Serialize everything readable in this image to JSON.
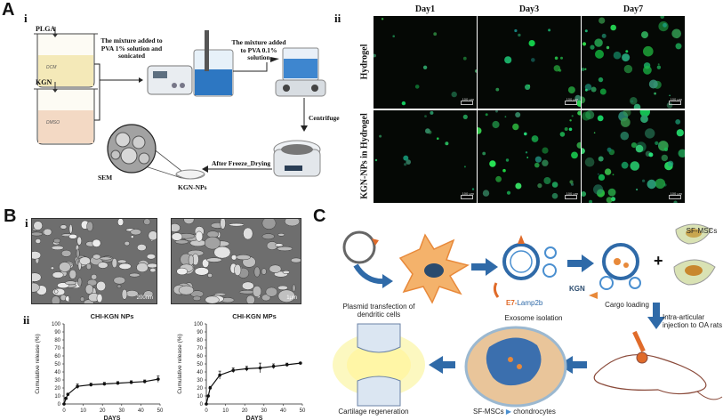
{
  "panels": {
    "A": "A",
    "B": "B",
    "C": "C"
  },
  "subpanels": {
    "Ai": "i",
    "Aii": "ii",
    "Bi": "i",
    "Bii": "ii"
  },
  "panelA": {
    "plga": "PLGA",
    "kgn": "KGN",
    "dcm": "DCM",
    "dmso": "DMSO",
    "step1": "The mixture added to PVA 1% solution and sonicated",
    "step2": "The mixture added to PVA 0.1% solution",
    "centrifuge": "Centrifuge",
    "freeze": "After Freeze_Drying",
    "sem": "SEM",
    "nps": "KGN-NPs"
  },
  "panelAii": {
    "columns": [
      "Day1",
      "Day3",
      "Day7"
    ],
    "rows": [
      "Hydrogel",
      "KGN-NPs in Hydrogel"
    ],
    "scale": "100 μm"
  },
  "panelBi": {
    "scale_left": "200nm",
    "scale_right": "1μm"
  },
  "panelC": {
    "plasmid": "Plasmid transfection of dendritic cells",
    "e7": "E7-",
    "lamp": "Lamp2b",
    "exosome": "Exosome isolation",
    "kgn": "KGN",
    "cargo": "Cargo loading",
    "plus": "+",
    "sfmscs": "SF-MSCs",
    "injection": "Intra-articular injection to OA rats",
    "cartilage": "Cartilage regeneration",
    "sfmscs2": "SF-MSCs",
    "chondro": "chondrocytes"
  },
  "chart_data": [
    {
      "type": "line",
      "title": "CHI-KGN NPs",
      "xlabel": "DAYS",
      "ylabel": "Cumulative release (%)",
      "xlim": [
        0,
        50
      ],
      "ylim": [
        0,
        100
      ],
      "xticks": [
        0,
        10,
        20,
        30,
        40,
        50
      ],
      "yticks": [
        0,
        10,
        20,
        30,
        40,
        50,
        60,
        70,
        80,
        90,
        100
      ],
      "x": [
        0,
        1,
        2,
        7,
        14,
        21,
        28,
        35,
        42,
        49
      ],
      "y": [
        0,
        7,
        12,
        22,
        24,
        25,
        26,
        27,
        28,
        31
      ],
      "err": [
        0,
        1,
        1.5,
        3,
        2,
        2,
        2,
        2,
        2,
        4
      ]
    },
    {
      "type": "line",
      "title": "CHI-KGN MPs",
      "xlabel": "DAYS",
      "ylabel": "Cumulative release (%)",
      "xlim": [
        0,
        50
      ],
      "ylim": [
        0,
        100
      ],
      "xticks": [
        0,
        10,
        20,
        30,
        40,
        50
      ],
      "yticks": [
        0,
        10,
        20,
        30,
        40,
        50,
        60,
        70,
        80,
        90,
        100
      ],
      "x": [
        0,
        1,
        2,
        7,
        14,
        21,
        28,
        35,
        42,
        49
      ],
      "y": [
        0,
        10,
        20,
        36,
        42,
        44,
        45,
        47,
        49,
        51
      ],
      "err": [
        0,
        1,
        2,
        5,
        3,
        3,
        6,
        3,
        2,
        1
      ]
    }
  ]
}
